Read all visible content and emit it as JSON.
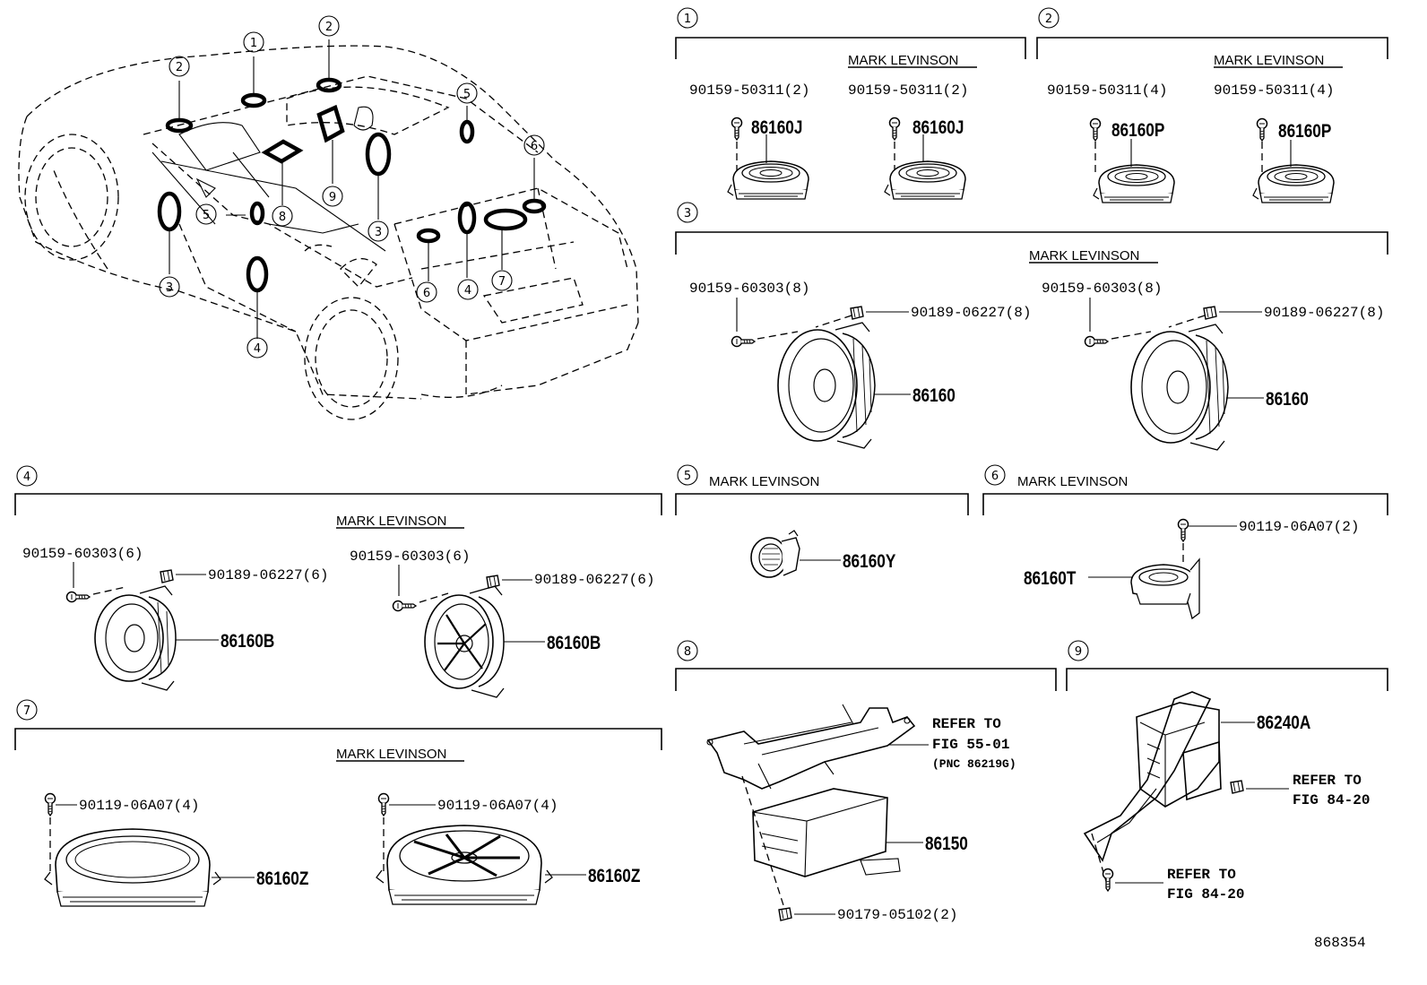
{
  "diagram_id": "868354",
  "brand_label": "MARK LEVINSON",
  "callouts": [
    "1",
    "2",
    "3",
    "4",
    "5",
    "6",
    "7",
    "8",
    "9"
  ],
  "sections": {
    "s1": {
      "number": "1",
      "header": "MARK LEVINSON",
      "left": {
        "bolt": "90159-50311(2)",
        "part": "86160J"
      },
      "right": {
        "bolt": "90159-50311(2)",
        "part": "86160J"
      }
    },
    "s2": {
      "number": "2",
      "header": "MARK LEVINSON",
      "left": {
        "bolt": "90159-50311(4)",
        "part": "86160P"
      },
      "right": {
        "bolt": "90159-50311(4)",
        "part": "86160P"
      }
    },
    "s3": {
      "number": "3",
      "header": "MARK LEVINSON",
      "left": {
        "bolt": "90159-60303(8)",
        "nut": "90189-06227(8)",
        "part": "86160"
      },
      "right": {
        "bolt": "90159-60303(8)",
        "nut": "90189-06227(8)",
        "part": "86160"
      }
    },
    "s4": {
      "number": "4",
      "header": "MARK LEVINSON",
      "left": {
        "bolt": "90159-60303(6)",
        "nut": "90189-06227(6)",
        "part": "86160B"
      },
      "right": {
        "bolt": "90159-60303(6)",
        "nut": "90189-06227(6)",
        "part": "86160B"
      }
    },
    "s5": {
      "number": "5",
      "header": "MARK LEVINSON",
      "part": "86160Y"
    },
    "s6": {
      "number": "6",
      "header": "MARK LEVINSON",
      "bolt": "90119-06A07(2)",
      "part": "86160T"
    },
    "s7": {
      "number": "7",
      "header": "MARK LEVINSON",
      "left": {
        "bolt": "90119-06A07(4)",
        "part": "86160Z"
      },
      "right": {
        "bolt": "90119-06A07(4)",
        "part": "86160Z"
      }
    },
    "s8": {
      "number": "8",
      "refer_line1": "REFER TO",
      "refer_line2": "FIG 55-01",
      "refer_line3": "(PNC 86219G)",
      "part": "86150",
      "nut": "90179-05102(2)"
    },
    "s9": {
      "number": "9",
      "part": "86240A",
      "refer_a_line1": "REFER TO",
      "refer_a_line2": "FIG 84-20",
      "refer_b_line1": "REFER TO",
      "refer_b_line2": "FIG 84-20"
    }
  },
  "colors": {
    "ink": "#000000",
    "paper": "#ffffff"
  }
}
